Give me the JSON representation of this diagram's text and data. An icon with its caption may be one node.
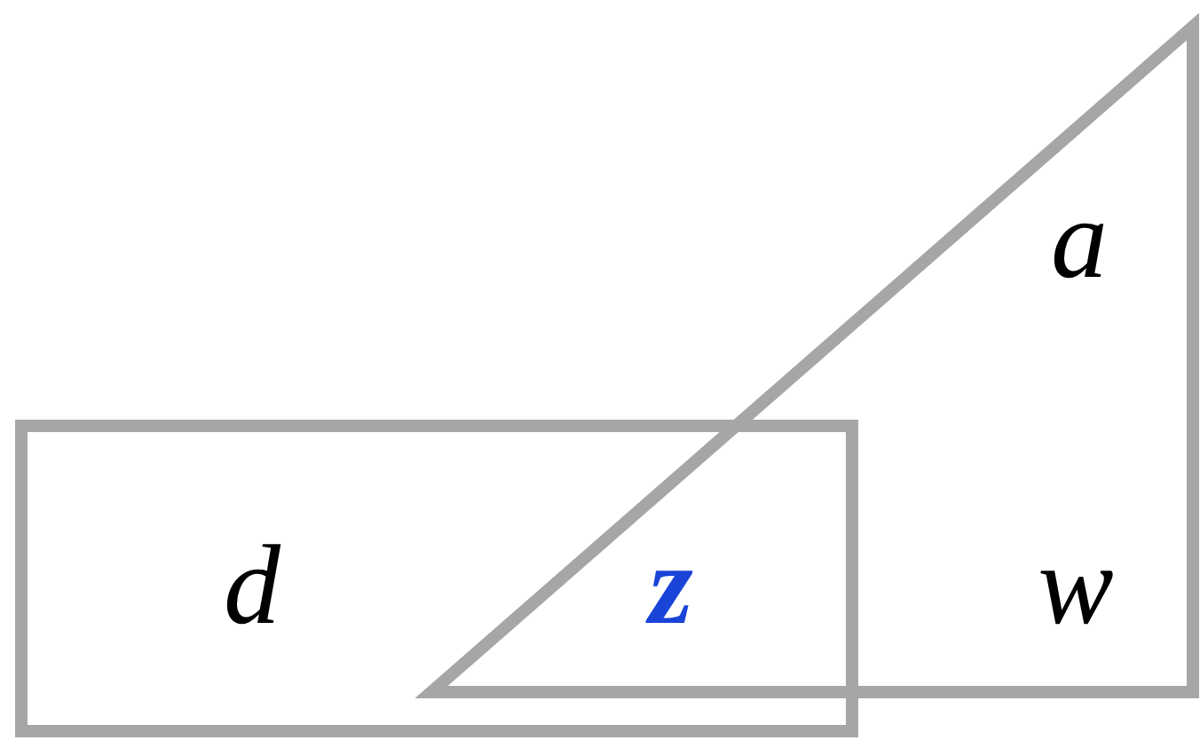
{
  "diagram": {
    "labels": [
      "a",
      "d",
      "z",
      "w"
    ]
  }
}
